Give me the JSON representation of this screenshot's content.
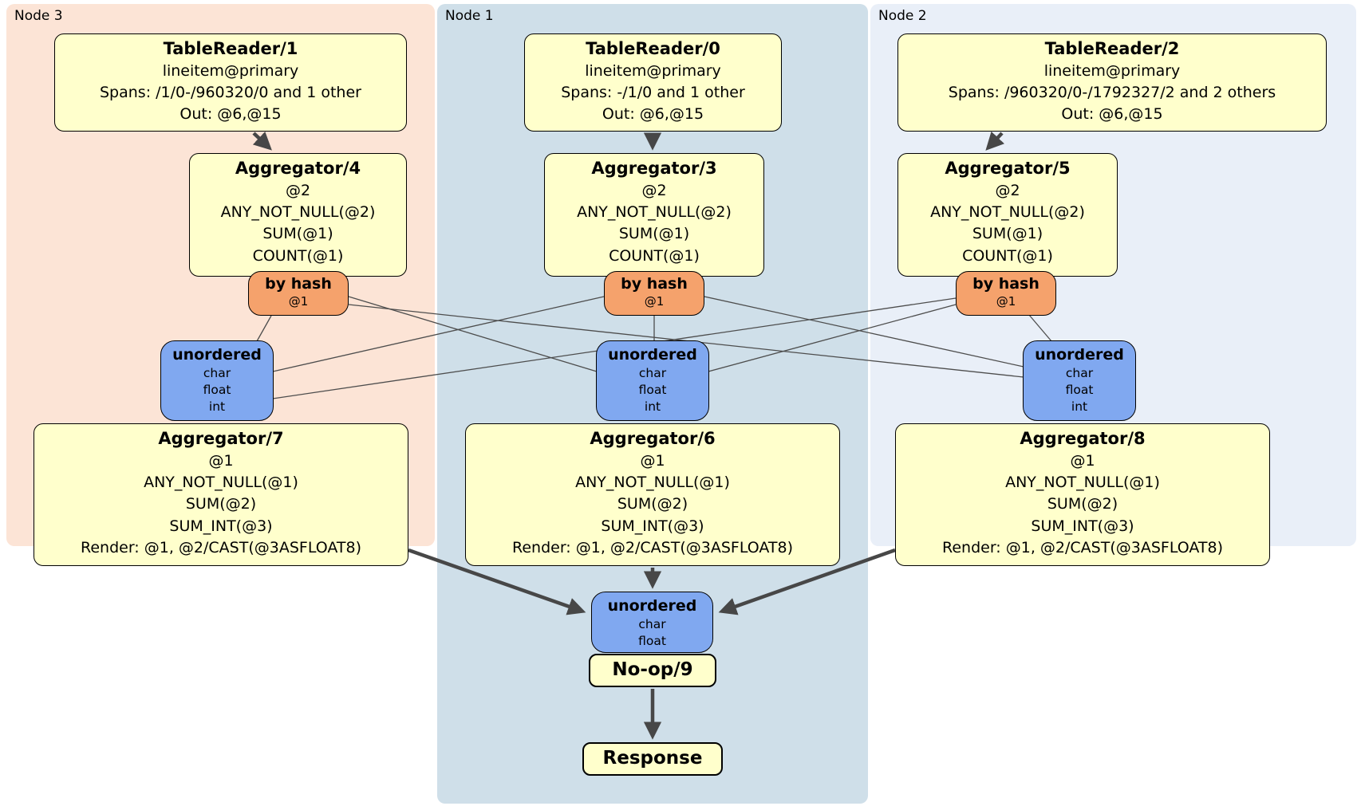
{
  "node3": {
    "label": "Node 3",
    "table_reader": {
      "title": "TableReader/1",
      "lines": [
        "lineitem@primary",
        "Spans: /1/0-/960320/0 and 1 other",
        "Out: @6,@15"
      ]
    },
    "aggregator_top": {
      "title": "Aggregator/4",
      "lines": [
        "@2",
        "ANY_NOT_NULL(@2)",
        "SUM(@1)",
        "COUNT(@1)"
      ]
    },
    "router": {
      "title": "by hash",
      "lines": [
        "@1"
      ]
    },
    "sync": {
      "title": "unordered",
      "lines": [
        "char",
        "float",
        "int"
      ]
    },
    "aggregator_bottom": {
      "title": "Aggregator/7",
      "lines": [
        "@1",
        "ANY_NOT_NULL(@1)",
        "SUM(@2)",
        "SUM_INT(@3)",
        "Render: @1, @2/CAST(@3ASFLOAT8)"
      ]
    }
  },
  "node1": {
    "label": "Node 1",
    "table_reader": {
      "title": "TableReader/0",
      "lines": [
        "lineitem@primary",
        "Spans: -/1/0 and 1 other",
        "Out: @6,@15"
      ]
    },
    "aggregator_top": {
      "title": "Aggregator/3",
      "lines": [
        "@2",
        "ANY_NOT_NULL(@2)",
        "SUM(@1)",
        "COUNT(@1)"
      ]
    },
    "router": {
      "title": "by hash",
      "lines": [
        "@1"
      ]
    },
    "sync": {
      "title": "unordered",
      "lines": [
        "char",
        "float",
        "int"
      ]
    },
    "aggregator_bottom": {
      "title": "Aggregator/6",
      "lines": [
        "@1",
        "ANY_NOT_NULL(@1)",
        "SUM(@2)",
        "SUM_INT(@3)",
        "Render: @1, @2/CAST(@3ASFLOAT8)"
      ]
    }
  },
  "node2": {
    "label": "Node 2",
    "table_reader": {
      "title": "TableReader/2",
      "lines": [
        "lineitem@primary",
        "Spans: /960320/0-/1792327/2 and 2 others",
        "Out: @6,@15"
      ]
    },
    "aggregator_top": {
      "title": "Aggregator/5",
      "lines": [
        "@2",
        "ANY_NOT_NULL(@2)",
        "SUM(@1)",
        "COUNT(@1)"
      ]
    },
    "router": {
      "title": "by hash",
      "lines": [
        "@1"
      ]
    },
    "sync": {
      "title": "unordered",
      "lines": [
        "char",
        "float",
        "int"
      ]
    },
    "aggregator_bottom": {
      "title": "Aggregator/8",
      "lines": [
        "@1",
        "ANY_NOT_NULL(@1)",
        "SUM(@2)",
        "SUM_INT(@3)",
        "Render: @1, @2/CAST(@3ASFLOAT8)"
      ]
    }
  },
  "final": {
    "sync": {
      "title": "unordered",
      "lines": [
        "char",
        "float"
      ]
    },
    "noop": {
      "title": "No-op/9"
    },
    "response": {
      "title": "Response"
    }
  },
  "colors": {
    "node3_bg": "#fce4d6",
    "node1_bg": "#cfdfe9",
    "node2_bg": "#e9eff8",
    "processor_bg": "#ffffcc",
    "router_bg": "#f5a26c",
    "sync_bg": "#80a8f0",
    "edge": "#474747"
  }
}
